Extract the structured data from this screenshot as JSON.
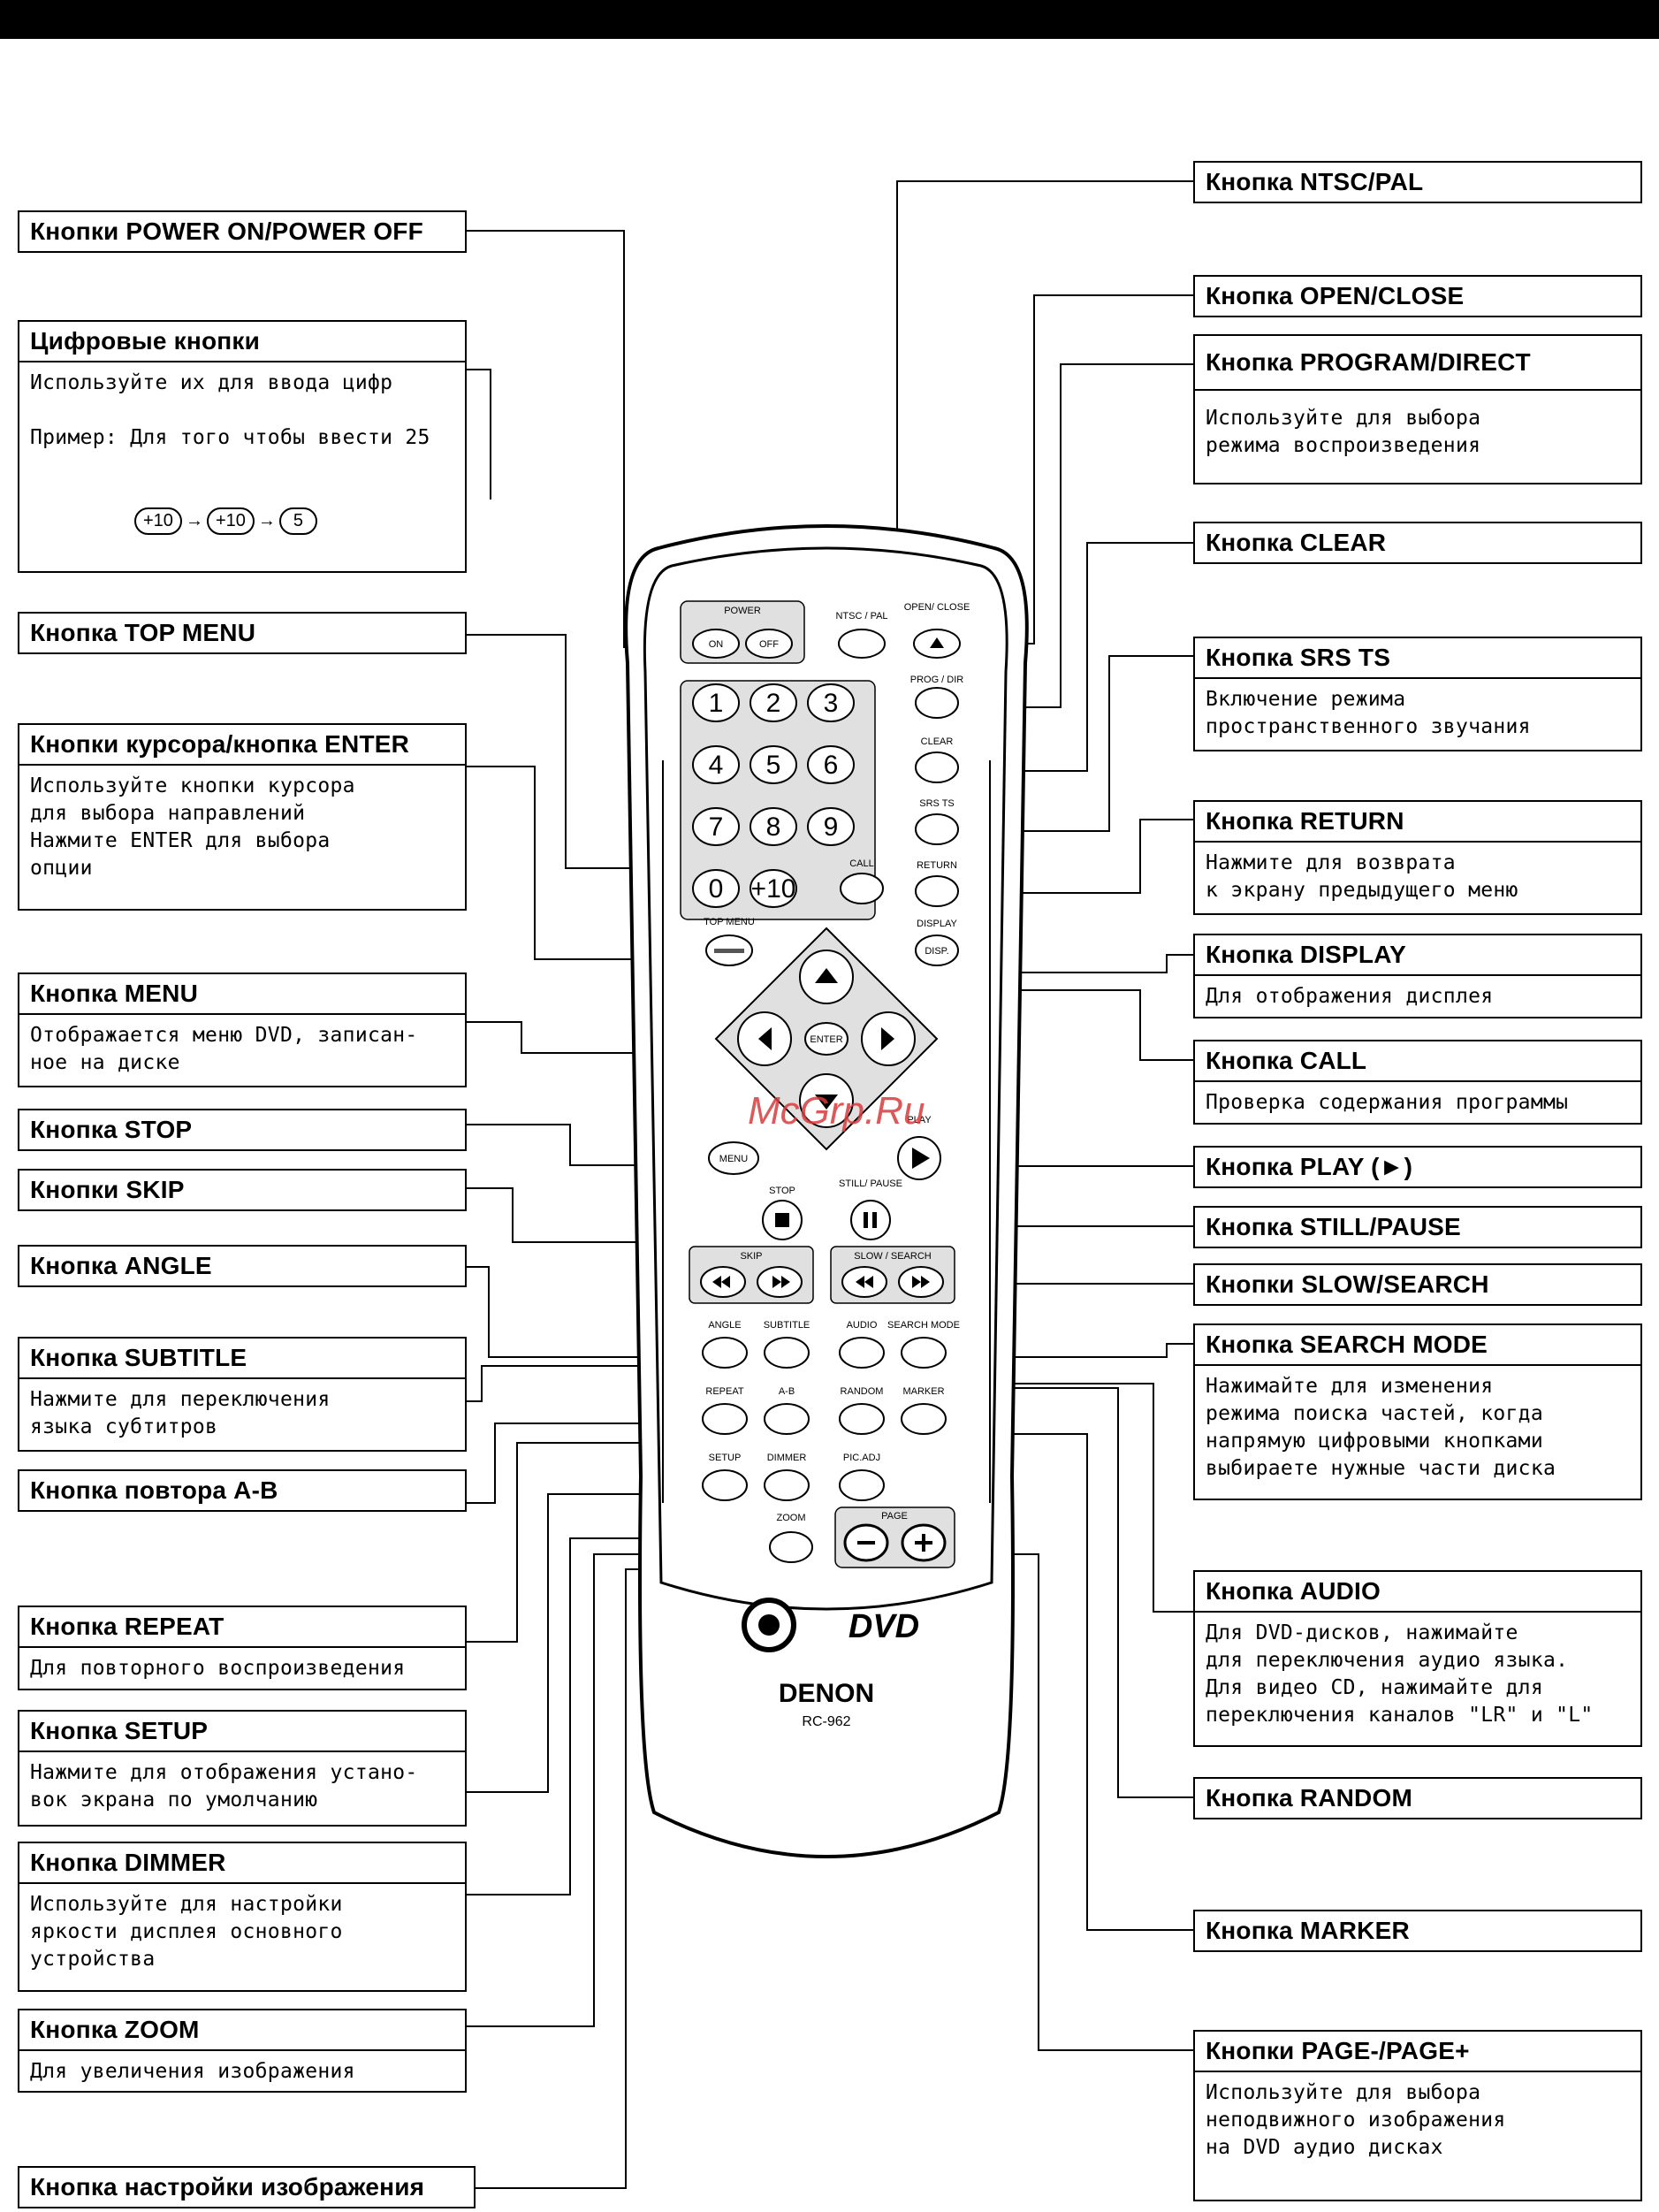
{
  "header_bar": {
    "color": "#000000"
  },
  "left_callouts": {
    "power": {
      "title": "Кнопки  POWER ON/POWER OFF"
    },
    "numeric": {
      "title": "Цифровые кнопки",
      "body": "Используйте их для ввода цифр\n\nПример: Для того чтобы ввести 25",
      "example": [
        "+10",
        "+10",
        "5"
      ]
    },
    "top_menu": {
      "title": "Кнопка  TOP MENU"
    },
    "cursor": {
      "title": "Кнопки курсора/кнопка ENTER",
      "body": "Используйте кнопки курсора\nдля выбора направлений\nНажмите ENTER для выбора\nопции"
    },
    "menu": {
      "title": "Кнопка MENU",
      "body": "Отображается меню DVD, записан-\nное на диске"
    },
    "stop": {
      "title": "Кнопка STOP"
    },
    "skip": {
      "title": "Кнопки SKIP"
    },
    "angle": {
      "title": "Кнопка ANGLE"
    },
    "subtitle": {
      "title": "Кнопка SUBTITLE",
      "body": "Нажмите для переключения\nязыка субтитров"
    },
    "ab_repeat": {
      "title": "Кнопка повтора A-B"
    },
    "repeat": {
      "title": "Кнопка REPEAT",
      "body": "Для повторного воспроизведения"
    },
    "setup": {
      "title": "Кнопка SETUP",
      "body": "Нажмите для отображения устано-\nвок экрана по умолчанию"
    },
    "dimmer": {
      "title": "Кнопка DIMMER",
      "body": "Используйте для настройки\nяркости дисплея основного\nустройства"
    },
    "zoom": {
      "title": "Кнопка ZOOM",
      "body": "Для увеличения изображения"
    },
    "pic_adj": {
      "title": "Кнопка настройки изображения"
    }
  },
  "right_callouts": {
    "ntsc_pal": {
      "title": "Кнопка NTSC/PAL"
    },
    "open_close": {
      "title": "Кнопка OPEN/CLOSE"
    },
    "program_direct": {
      "title": "Кнопка PROGRAM/DIRECT",
      "body": "Используйте для выбора\nрежима воспроизведения"
    },
    "clear": {
      "title": "Кнопка CLEAR"
    },
    "srs_ts": {
      "title": "Кнопка SRS TS",
      "body": "Включение режима\nпространственного звучания"
    },
    "return": {
      "title": "Кнопка RETURN",
      "body": "Нажмите для возврата\nк экрану предыдущего меню"
    },
    "display": {
      "title": "Кнопка DISPLAY",
      "body": "Для отображения дисплея"
    },
    "call": {
      "title": "Кнопка CALL",
      "body": "Проверка содержания программы"
    },
    "play": {
      "title": "Кнопка PLAY (►)"
    },
    "still_pause": {
      "title": "Кнопка STILL/PAUSE"
    },
    "slow_search": {
      "title": "Кнопки SLOW/SEARCH"
    },
    "search_mode": {
      "title": "Кнопка SEARCH MODE",
      "body": "Нажимайте для изменения\nрежима поиска частей, когда\nнапрямую цифровыми кнопками\nвыбираете нужные части диска"
    },
    "audio": {
      "title": "Кнопка AUDIO",
      "body": "Для DVD-дисков, нажимайте\nдля переключения аудио языка.\nДля видео CD, нажимайте для\nпереключения каналов \"LR\" и \"L\""
    },
    "random": {
      "title": "Кнопка RANDOM"
    },
    "marker": {
      "title": "Кнопка MARKER"
    },
    "page": {
      "title": "Кнопки PAGE-/PAGE+",
      "body": "Используйте для выбора\nнеподвижного изображения\nна DVD аудио дисках"
    }
  },
  "remote": {
    "labels": {
      "power": "POWER",
      "on": "ON",
      "off": "OFF",
      "ntsc_pal": "NTSC / PAL",
      "open_close": "OPEN/\nCLOSE",
      "prog_dir": "PROG / DIR",
      "clear": "CLEAR",
      "srs_ts": "SRS TS",
      "call": "CALL",
      "return": "RETURN",
      "top_menu": "TOP MENU",
      "display": "DISPLAY",
      "disp": "DISP.",
      "enter": "ENTER",
      "menu": "MENU",
      "play": "PLAY",
      "stop": "STOP",
      "still_pause": "STILL/\nPAUSE",
      "skip": "SKIP",
      "slow_search": "SLOW / SEARCH",
      "angle": "ANGLE",
      "subtitle": "SUBTITLE",
      "audio": "AUDIO",
      "search_mode": "SEARCH MODE",
      "repeat": "REPEAT",
      "ab": "A-B",
      "random": "RANDOM",
      "marker": "MARKER",
      "setup": "SETUP",
      "dimmer": "DIMMER",
      "pic_adj": "PIC.ADJ",
      "zoom": "ZOOM",
      "page": "PAGE",
      "brand": "DENON",
      "model": "RC-962",
      "dvd_logo": "DVD"
    },
    "digits": [
      "1",
      "2",
      "3",
      "4",
      "5",
      "6",
      "7",
      "8",
      "9",
      "0",
      "+10"
    ]
  },
  "watermark": "McGrp.Ru"
}
